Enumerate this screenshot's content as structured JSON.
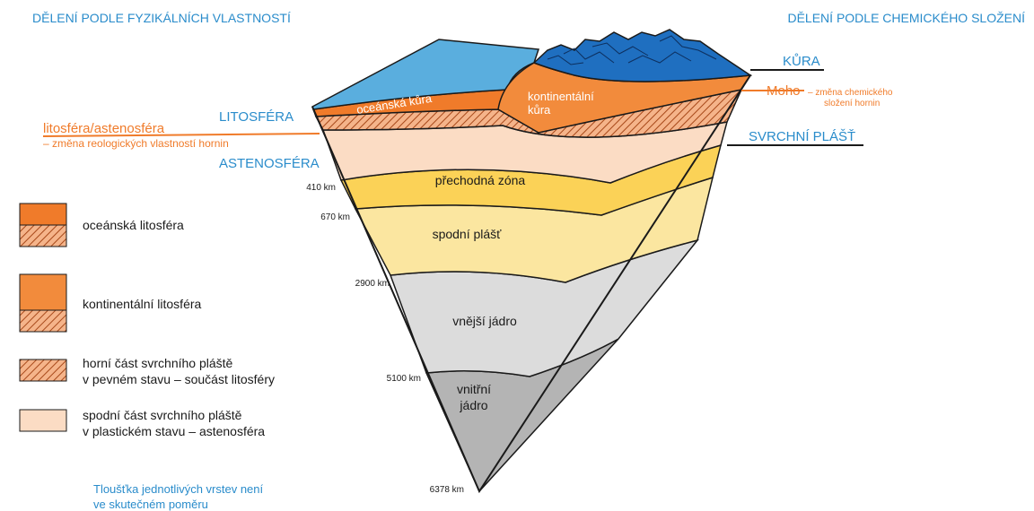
{
  "headings": {
    "physical": "DĚLENÍ PODLE FYZIKÁLNÍCH VLASTNOSTÍ",
    "chemical": "DĚLENÍ PODLE CHEMICKÉHO SLOŽENÍ"
  },
  "left_labels": {
    "lithosphere": "LITOSFÉRA",
    "boundary": "litosféra/astenosféra",
    "boundary_note": "– změna reologických vlastností hornin",
    "asthenosphere": "ASTENOSFÉRA"
  },
  "right_labels": {
    "crust": "KŮRA",
    "moho": "Moho",
    "moho_note_1": "– změna chemického",
    "moho_note_2": "složení hornin",
    "upper_mantle": "SVRCHNÍ PLÁŠŤ"
  },
  "layers": {
    "oceanic_crust": "oceánská kůra",
    "continental_crust_1": "kontinentální",
    "continental_crust_2": "kůra",
    "transition_zone": "přechodná zóna",
    "lower_mantle": "spodní plášť",
    "outer_core": "vnější jádro",
    "inner_core_1": "vnitřní",
    "inner_core_2": "jádro"
  },
  "depths": [
    "410 km",
    "670 km",
    "2900 km",
    "5100 km",
    "6378 km"
  ],
  "legend": {
    "oceanic_lithosphere": "oceánská litosféra",
    "continental_lithosphere": "kontinentální litosféra",
    "upper_part_1": "horní část svrchního pláště",
    "upper_part_2": "v pevném stavu – součást litosféry",
    "lower_part_1": "spodní část svrchního pláště",
    "lower_part_2": "v plastickém stavu – astenosféra"
  },
  "footnote": {
    "line1": "Tloušťka jednotlivých vrstev není",
    "line2": "ve skutečném poměru"
  },
  "colors": {
    "label_blue": "#2a8ccb",
    "label_orange": "#f07b2a",
    "ocean": "#5aaede",
    "continent": "#1f6fc0",
    "crust_orange": "#f28b3c",
    "asthenosphere": "#fbdcc4",
    "transition": "#fbd257",
    "lower_mantle": "#fbe6a0",
    "outer_core": "#dcdcdc",
    "inner_core": "#b4b4b4"
  }
}
